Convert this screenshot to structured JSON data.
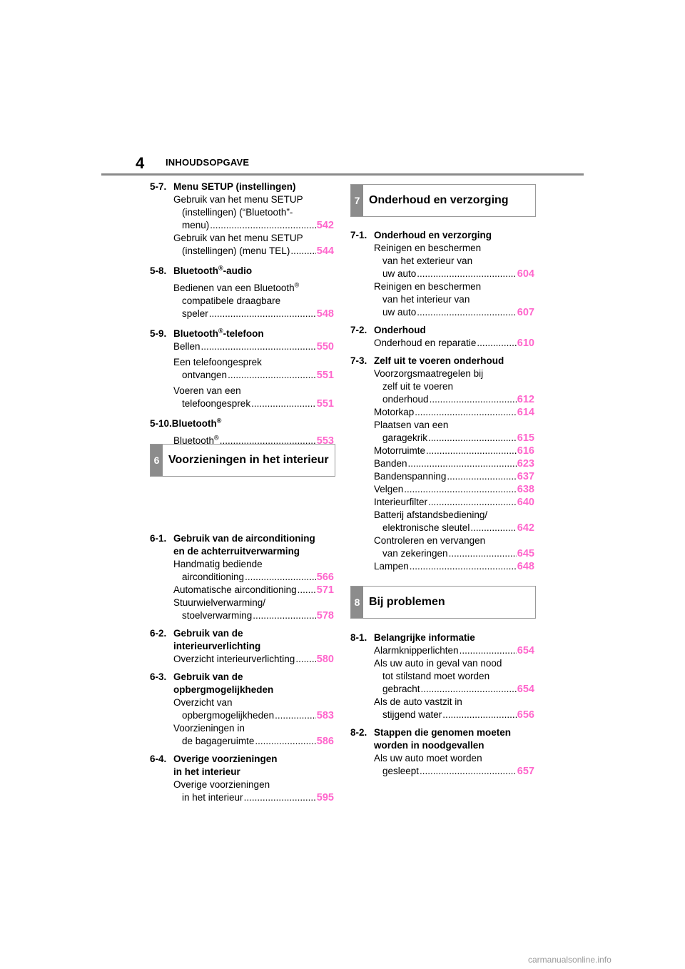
{
  "header": {
    "page_number": "4",
    "title": "INHOUDSOPGAVE"
  },
  "tabs": {
    "t6": {
      "num": "6",
      "label": "Voorzieningen in het interieur"
    },
    "t7": {
      "num": "7",
      "label": "Onderhoud en verzorging"
    },
    "t8": {
      "num": "8",
      "label": "Bij problemen"
    }
  },
  "left": {
    "s57": {
      "num": "5-7.",
      "title": "Menu SETUP (instellingen)"
    },
    "e57a": {
      "l1": "Gebruik van het menu SETUP",
      "l2": "(instellingen) (“Bluetooth”-",
      "l3": "menu)",
      "page": "542"
    },
    "e57b": {
      "l1": "Gebruik van het menu SETUP",
      "l2": "(instellingen) (menu TEL)",
      "page": "544"
    },
    "s58": {
      "num": "5-8.",
      "title_a": "Bluetooth",
      "reg": "®",
      "title_b": "-audio"
    },
    "e58a": {
      "l1a": "Bedienen van een Bluetooth",
      "reg": "®",
      "l2": "compatibele draagbare",
      "l3": "speler",
      "page": "548"
    },
    "s59": {
      "num": "5-9.",
      "title_a": "Bluetooth",
      "reg": "®",
      "title_b": "-telefoon"
    },
    "e59a": {
      "l1": "Bellen",
      "page": "550"
    },
    "e59b": {
      "l1": "Een telefoongesprek",
      "l2": "ontvangen",
      "page": "551"
    },
    "e59c": {
      "l1": "Voeren van een",
      "l2": "telefoongesprek",
      "page": "551"
    },
    "s510": {
      "num": "5-10.",
      "title_a": "Bluetooth",
      "reg": "®"
    },
    "e510a": {
      "l1": "Bluetooth",
      "reg": "®",
      "page": "553"
    },
    "s61": {
      "num": "6-1.",
      "t1": "Gebruik van de airconditioning",
      "t2": "en de achterruitverwarming"
    },
    "e61a": {
      "l1": "Handmatig bediende",
      "l2": "airconditioning",
      "page": "566"
    },
    "e61b": {
      "l1": "Automatische airconditioning",
      "page": "571"
    },
    "e61c": {
      "l1": "Stuurwielverwarming/",
      "l2": "stoelverwarming",
      "page": "578"
    },
    "s62": {
      "num": "6-2.",
      "t1": "Gebruik van de",
      "t2": "interieurverlichting"
    },
    "e62a": {
      "l1": "Overzicht interieurverlichting",
      "page": "580"
    },
    "s63": {
      "num": "6-3.",
      "t1": "Gebruik van de",
      "t2": "opbergmogelijkheden"
    },
    "e63a": {
      "l1": "Overzicht van",
      "l2": "opbergmogelijkheden",
      "page": "583"
    },
    "e63b": {
      "l1": "Voorzieningen in",
      "l2": "de bagageruimte",
      "page": "586"
    },
    "s64": {
      "num": "6-4.",
      "t1": "Overige voorzieningen",
      "t2": "in het interieur"
    },
    "e64a": {
      "l1": "Overige voorzieningen",
      "l2": "in het interieur",
      "page": "595"
    }
  },
  "right": {
    "s71": {
      "num": "7-1.",
      "title": "Onderhoud en verzorging"
    },
    "e71a": {
      "l1": "Reinigen en beschermen",
      "l2": "van het exterieur van",
      "l3": "uw auto",
      "page": "604"
    },
    "e71b": {
      "l1": "Reinigen en beschermen",
      "l2": "van het interieur van",
      "l3": "uw auto",
      "page": "607"
    },
    "s72": {
      "num": "7-2.",
      "title": "Onderhoud"
    },
    "e72a": {
      "l1": "Onderhoud en reparatie",
      "page": "610"
    },
    "s73": {
      "num": "7-3.",
      "title": "Zelf uit te voeren onderhoud"
    },
    "e73a": {
      "l1": "Voorzorgsmaatregelen bij",
      "l2": "zelf uit te voeren",
      "l3": "onderhoud",
      "page": "612"
    },
    "e73b": {
      "l1": "Motorkap",
      "page": "614"
    },
    "e73c": {
      "l1": "Plaatsen van een",
      "l2": "garagekrik",
      "page": "615"
    },
    "e73d": {
      "l1": "Motorruimte",
      "page": "616"
    },
    "e73e": {
      "l1": "Banden",
      "page": "623"
    },
    "e73f": {
      "l1": "Bandenspanning",
      "page": "637"
    },
    "e73g": {
      "l1": "Velgen",
      "page": "638"
    },
    "e73h": {
      "l1": "Interieurfilter",
      "page": "640"
    },
    "e73i": {
      "l1": "Batterij afstandsbediening/",
      "l2": "elektronische sleutel",
      "page": "642"
    },
    "e73j": {
      "l1": "Controleren en vervangen",
      "l2": "van zekeringen",
      "page": "645"
    },
    "e73k": {
      "l1": "Lampen",
      "page": "648"
    },
    "s81": {
      "num": "8-1.",
      "title": "Belangrijke informatie"
    },
    "e81a": {
      "l1": "Alarmknipperlichten",
      "page": "654"
    },
    "e81b": {
      "l1": "Als uw auto in geval van nood",
      "l2": "tot stilstand moet worden",
      "l3": "gebracht",
      "page": "654"
    },
    "e81c": {
      "l1": "Als de auto vastzit in",
      "l2": "stijgend water",
      "page": "656"
    },
    "s82": {
      "num": "8-2.",
      "t1": "Stappen die genomen moeten",
      "t2": "worden in noodgevallen"
    },
    "e82a": {
      "l1": "Als uw auto moet worden",
      "l2": "gesleept",
      "page": "657"
    }
  },
  "footer": {
    "watermark": "carmanualsonline.info"
  },
  "colors": {
    "page_accent": "#ff66cc",
    "tab_gray": "#8c8c8c",
    "rule_gray": "#8a8a8a"
  }
}
